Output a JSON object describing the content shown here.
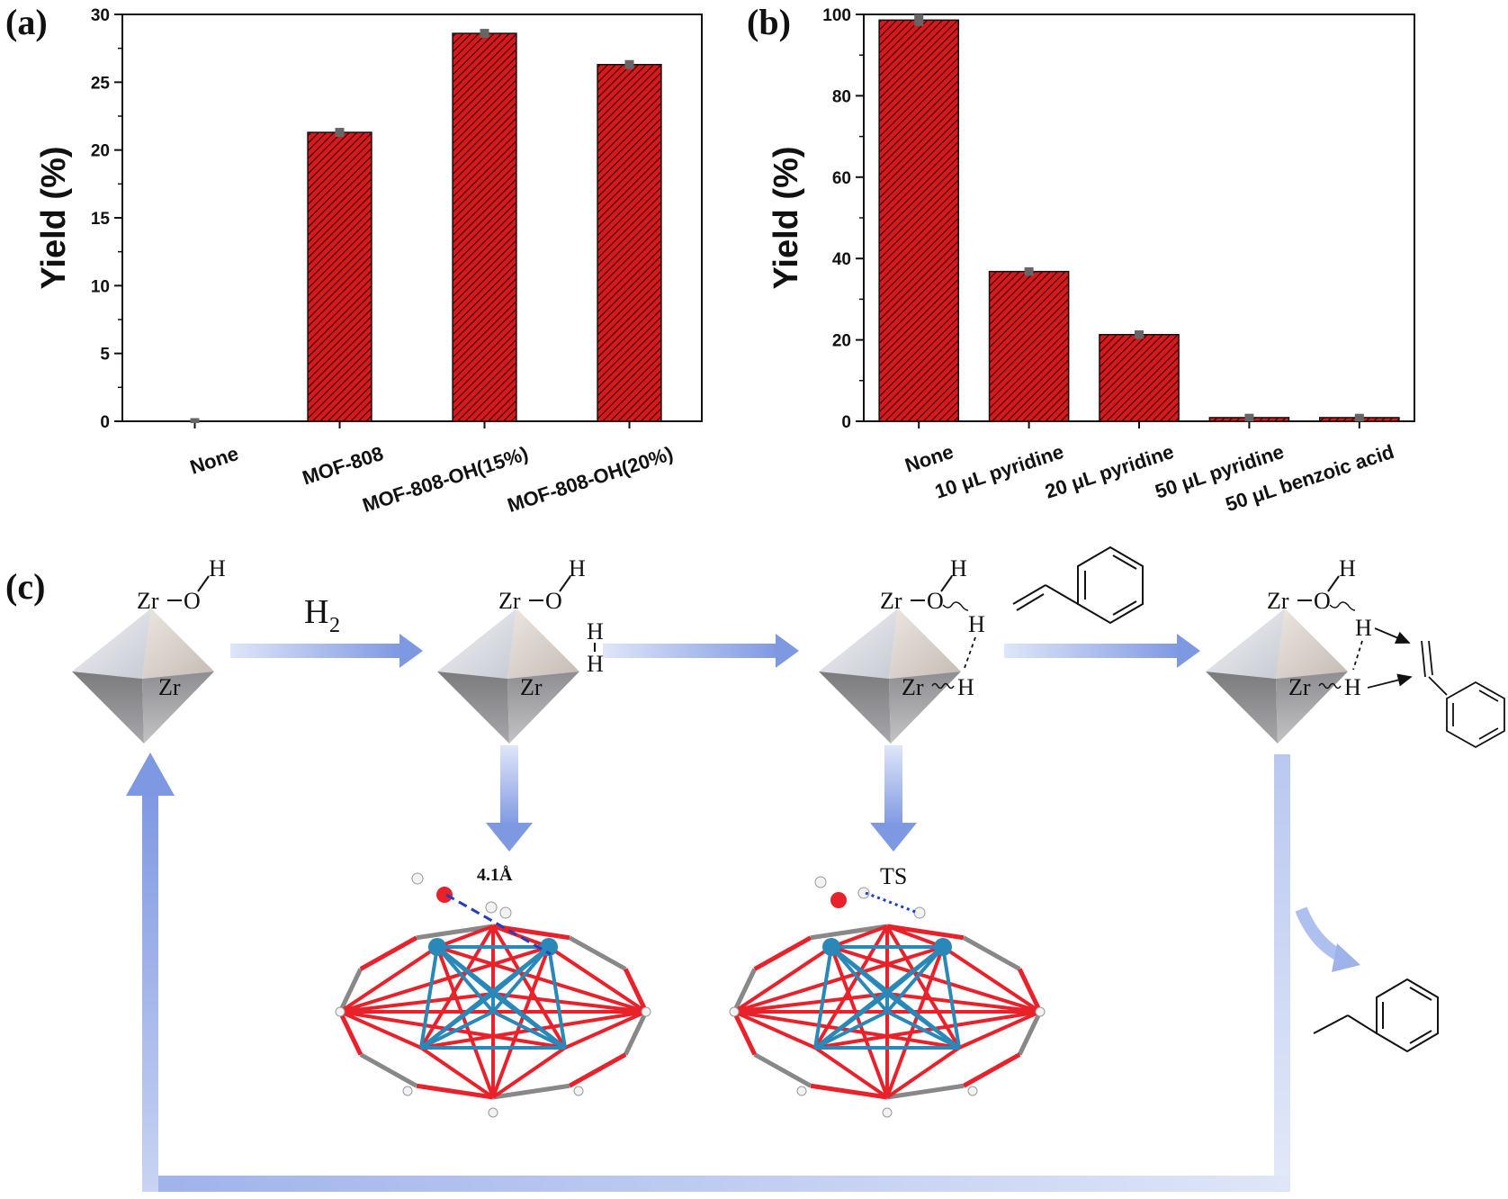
{
  "colors": {
    "bar_fill": "#d7191c",
    "bar_hatch": "#2a0000",
    "flow_arrow": "#8ea6e6",
    "oxygen": "#e8212a",
    "zirconium": "#2a88b8",
    "carbon": "#888888",
    "hydrogen": "#f2f2f2"
  },
  "chart_data": [
    {
      "panel": "(a)",
      "type": "bar",
      "categories": [
        "None",
        "MOF-808",
        "MOF-808-OH(15%)",
        "MOF-808-OH(20%)"
      ],
      "values": [
        0,
        21.3,
        28.6,
        26.3
      ],
      "errors": [
        0.1,
        0.2,
        0.2,
        0.2
      ],
      "ylabel": "Yield (%)",
      "ylim": [
        0,
        30
      ],
      "yticks": [
        "0",
        "5",
        "10",
        "15",
        "20",
        "25",
        "30"
      ],
      "grid": false,
      "hatched": true
    },
    {
      "panel": "(b)",
      "type": "bar",
      "categories": [
        "None",
        "10 μL pyridine",
        "20 μL pyridine",
        "50 μL pyridine",
        "50 μL benzoic acid"
      ],
      "values": [
        98.6,
        36.8,
        21.3,
        0.9,
        0.9
      ],
      "errors": [
        1.0,
        0.6,
        0.6,
        0.5,
        0.5
      ],
      "ylabel": "Yield (%)",
      "ylim": [
        0,
        100
      ],
      "yticks": [
        "0",
        "20",
        "40",
        "60",
        "80",
        "100"
      ],
      "grid": false,
      "hatched": true
    }
  ],
  "scheme": {
    "panel_label": "(c)",
    "reagent_h2_main": "H",
    "reagent_h2_sub": "2",
    "zr": "Zr",
    "o": "O",
    "h": "H",
    "distance_label": "4.1Å",
    "ts_label": "TS"
  }
}
